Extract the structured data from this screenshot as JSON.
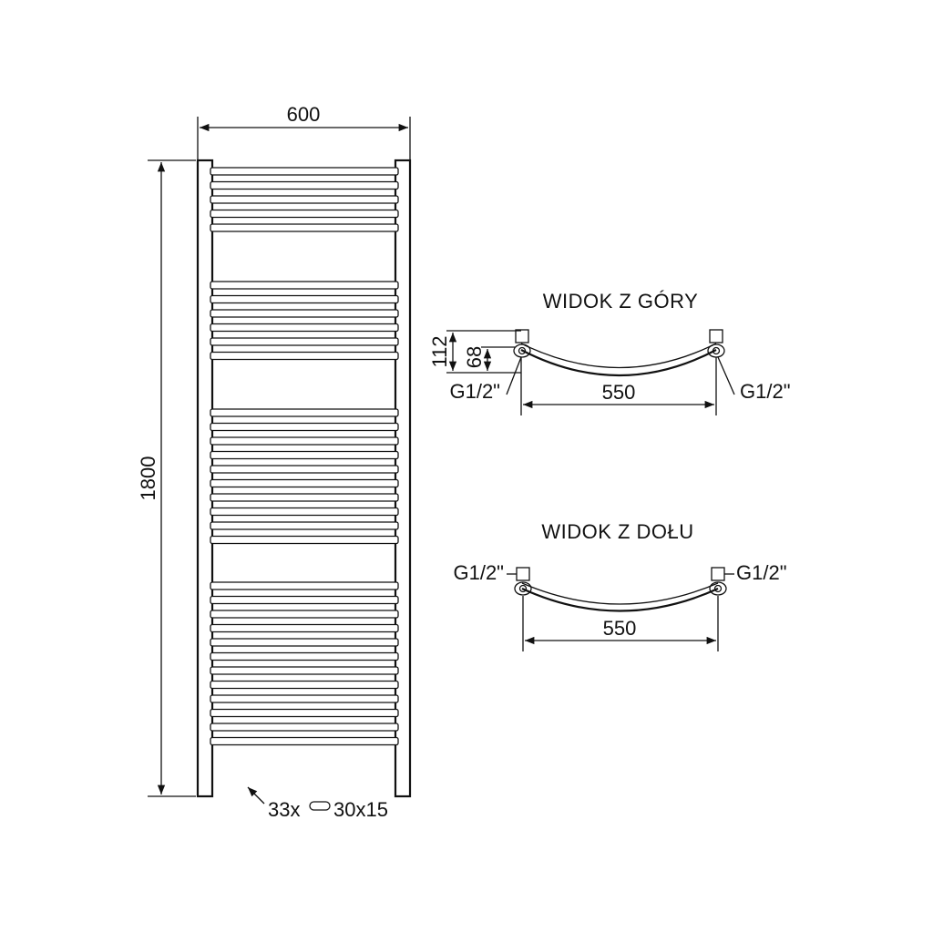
{
  "front_view": {
    "width_label": "600",
    "height_label": "1800",
    "tubes_label_count": "33x",
    "tubes_label_size": "30x15",
    "tube_count": 33
  },
  "top_view": {
    "title": "WIDOK Z GÓRY",
    "depth_outer_label": "112",
    "depth_inner_label": "68",
    "left_connection_label": "G1/2\"",
    "right_connection_label": "G1/2\"",
    "span_label": "550"
  },
  "bottom_view": {
    "title": "WIDOK Z DOŁU",
    "left_connection_label": "G1/2\"",
    "right_connection_label": "G1/2\"",
    "span_label": "550"
  }
}
